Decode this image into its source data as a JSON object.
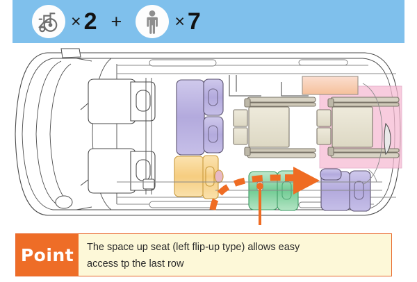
{
  "capacity": {
    "wheelchair": {
      "icon": "wheelchair-icon",
      "multiplier": "×",
      "count": "2"
    },
    "separator": "+",
    "passenger": {
      "icon": "person-icon",
      "multiplier": "×",
      "count": "7"
    },
    "band_color": "#7fc0ec"
  },
  "diagram": {
    "title": "van-floor-plan-top-view",
    "regions": {
      "wheelchair_space_color": "#f6b9d2",
      "ramp_color": "#f7cfae",
      "flip_up_seat_color": "#7fcf9b",
      "third_row_seat_color": "#b0a8dd",
      "second_row_seat_color": "#f6d48b",
      "arrow_color": "#ef6c23"
    },
    "annotations": {
      "motion_arrow": "space-up-seat-flip-motion",
      "leader_line": "callout-leader-line"
    }
  },
  "point_callout": {
    "badge_label": "Point",
    "badge_color": "#ee6d27",
    "body_color": "#fdf8d8",
    "lines": [
      "The space up seat (left flip-up type) allows easy",
      "access tp the last row"
    ],
    "line1": "The space up seat (left flip-up type) allows easy",
    "line2": "access tp the last row"
  }
}
